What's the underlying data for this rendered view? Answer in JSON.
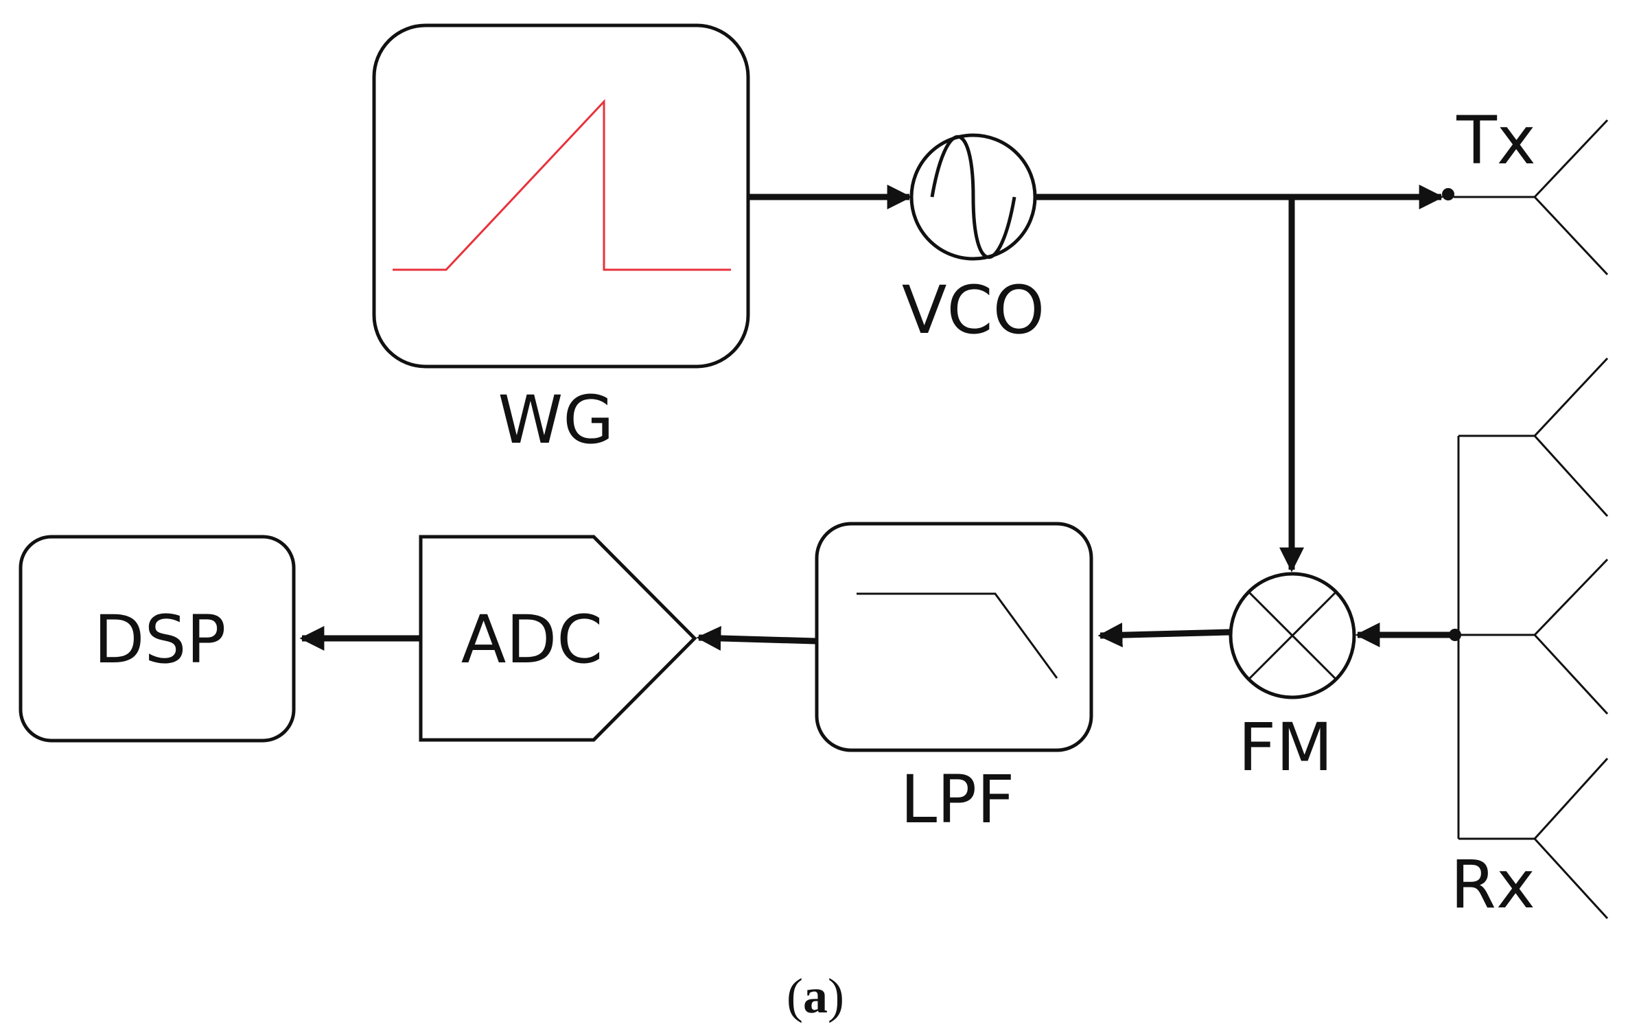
{
  "blocks": {
    "wg": "WG",
    "vco": "VCO",
    "fm": "FM",
    "lpf": "LPF",
    "adc": "ADC",
    "dsp": "DSP"
  },
  "antennas": {
    "tx": "Tx",
    "rx": "Rx"
  },
  "caption": {
    "open": "(",
    "letter": "a",
    "close": ")"
  },
  "colors": {
    "line": "#111111",
    "waveform": "#e8313b"
  }
}
